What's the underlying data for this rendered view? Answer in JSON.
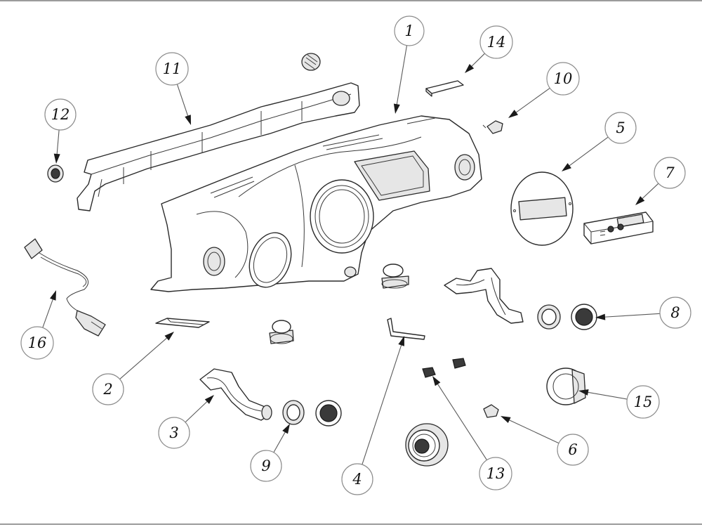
{
  "diagram": {
    "callouts": [
      {
        "id": "1",
        "label": "1"
      },
      {
        "id": "2",
        "label": "2"
      },
      {
        "id": "3",
        "label": "3"
      },
      {
        "id": "4",
        "label": "4"
      },
      {
        "id": "5",
        "label": "5"
      },
      {
        "id": "6",
        "label": "6"
      },
      {
        "id": "7",
        "label": "7"
      },
      {
        "id": "8",
        "label": "8"
      },
      {
        "id": "9",
        "label": "9"
      },
      {
        "id": "10",
        "label": "10"
      },
      {
        "id": "11",
        "label": "11"
      },
      {
        "id": "12",
        "label": "12"
      },
      {
        "id": "13",
        "label": "13"
      },
      {
        "id": "14",
        "label": "14"
      },
      {
        "id": "15",
        "label": "15"
      },
      {
        "id": "16",
        "label": "16"
      }
    ]
  },
  "colors": {
    "line": "#2a2a2a",
    "fill_light": "#e6e6e6",
    "callout_border": "#8c8c8c"
  }
}
